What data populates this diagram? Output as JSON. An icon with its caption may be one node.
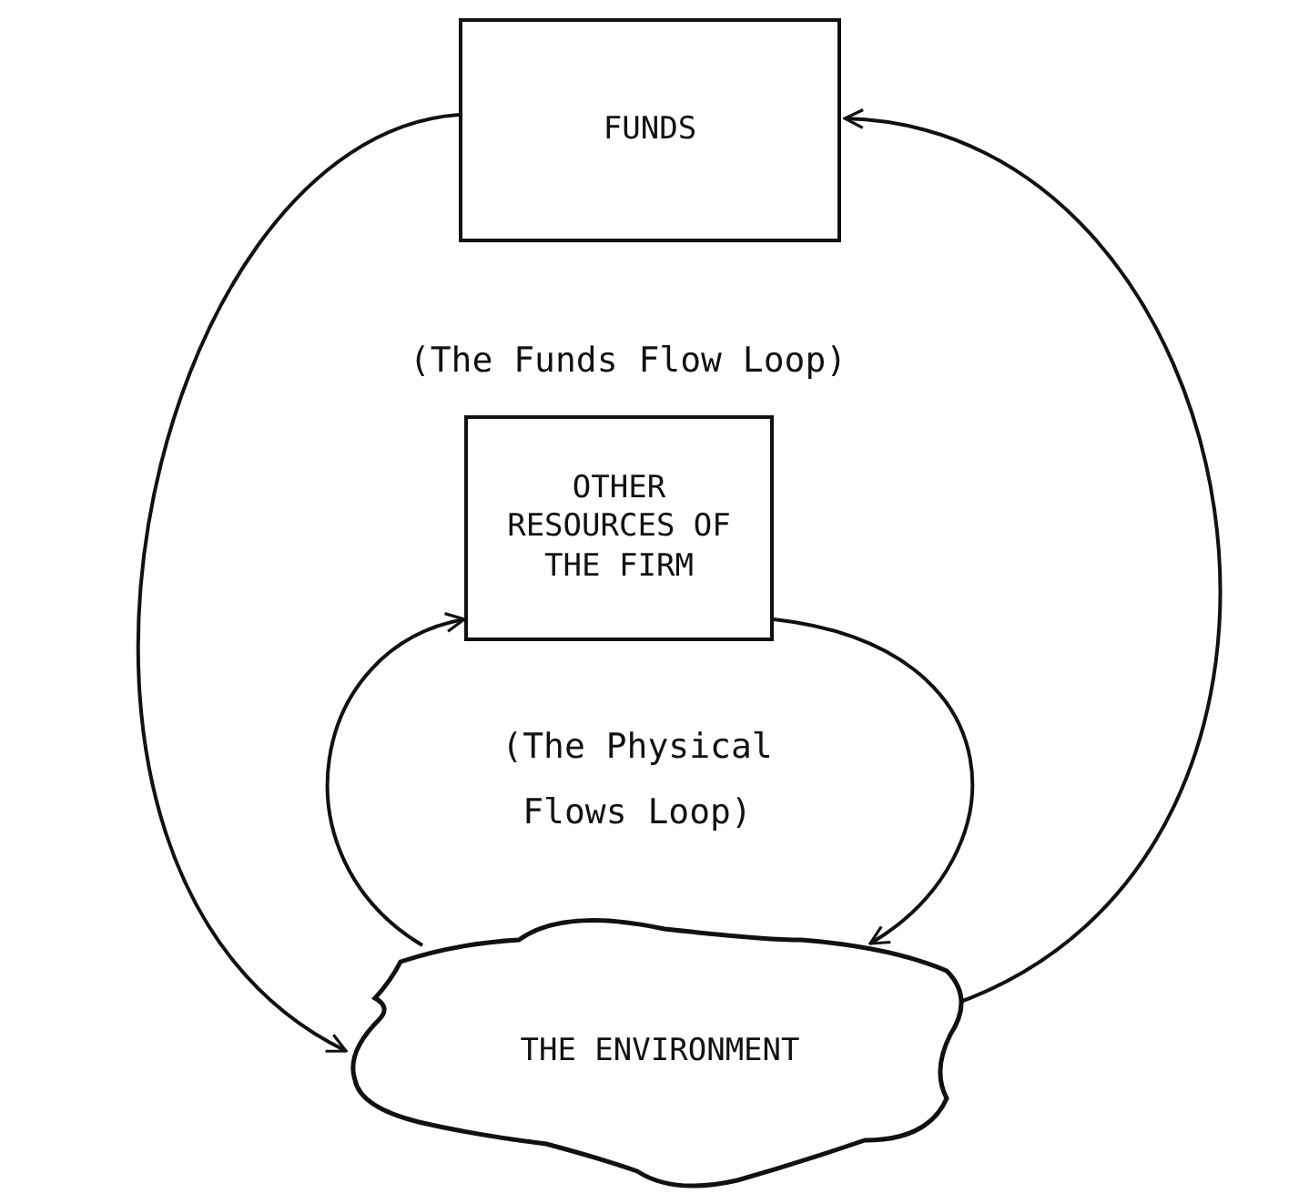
{
  "diagram": {
    "nodes": [
      {
        "text": [
          "FUNDS"
        ]
      },
      {
        "text": [
          "OTHER RESOURCES OF THE FIRM"
        ]
      },
      {
        "text": [
          "THE ENVIRONMENT"
        ]
      }
    ],
    "edges": [
      {
        "from": 0,
        "to": 2,
        "arrow": "to"
      },
      {
        "from": 2,
        "to": 0,
        "arrow": "to"
      },
      {
        "from": 2,
        "to": 1,
        "arrow": "to"
      },
      {
        "from": 1,
        "to": 2,
        "arrow": "to"
      }
    ],
    "labels": [
      "(The Funds Flow Loop)",
      "(The Physical Flows Loop)"
    ]
  }
}
